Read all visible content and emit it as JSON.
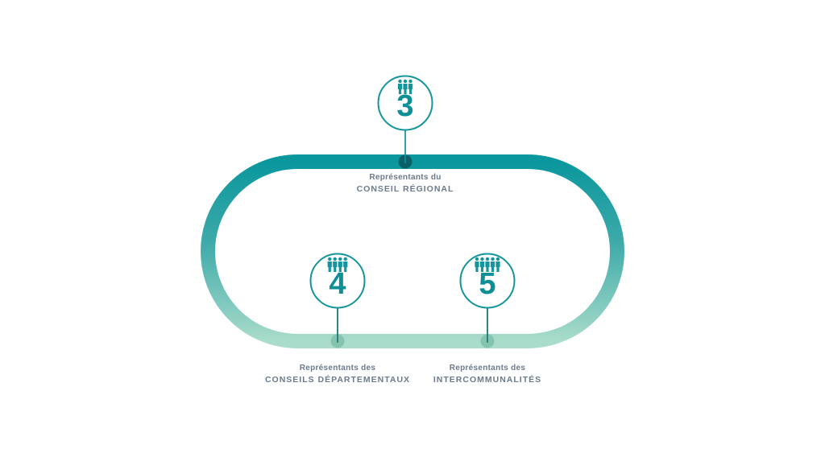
{
  "colors": {
    "track_top": "#0a979d",
    "track_bottom": "#a9dccb",
    "circle_stroke": "#13959b",
    "dot_top": "#0b5f66",
    "dot_bottom": "#7cbfa8",
    "text": "#6b7a8c"
  },
  "nodes": [
    {
      "count": "3",
      "people": 3,
      "label_line1": "Représentants du",
      "label_line2": "CONSEIL RÉGIONAL"
    },
    {
      "count": "4",
      "people": 4,
      "label_line1": "Représentants des",
      "label_line2": "CONSEILS DÉPARTEMENTAUX"
    },
    {
      "count": "5",
      "people": 5,
      "label_line1": "Représentants des",
      "label_line2": "INTERCOMMUNALITÉS"
    }
  ]
}
